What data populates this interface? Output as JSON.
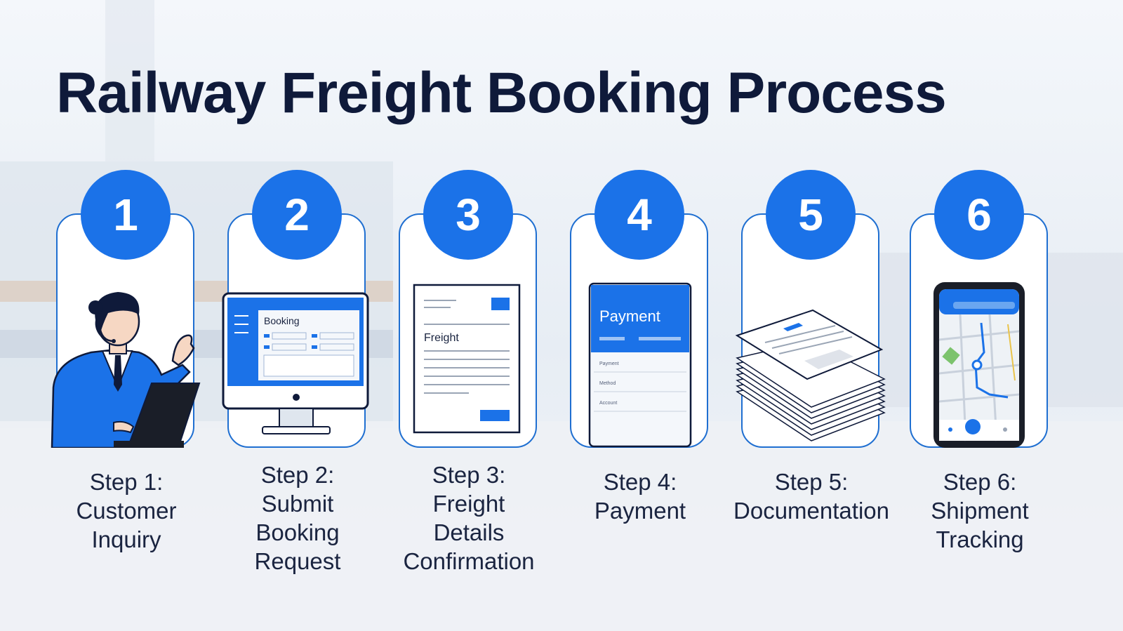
{
  "title": "Railway Freight Booking Process",
  "accent_color": "#1b72e8",
  "steps": [
    {
      "number": "1",
      "lines": [
        "Step 1:",
        "Customer",
        "Inquiry"
      ],
      "icon": "customer-service-agent-icon"
    },
    {
      "number": "2",
      "lines": [
        "Step 2:",
        "Submit",
        "Booking",
        "Request"
      ],
      "icon": "desktop-booking-form-icon",
      "screen_label": "Booking"
    },
    {
      "number": "3",
      "lines": [
        "Step 3:",
        "Freight",
        "Details",
        "Confirmation"
      ],
      "icon": "freight-document-icon",
      "doc_label": "Freight"
    },
    {
      "number": "4",
      "lines": [
        "Step 4:",
        "Payment"
      ],
      "icon": "mobile-payment-icon",
      "screen_label": "Payment",
      "fields": [
        "Payment",
        "Method",
        "Account"
      ]
    },
    {
      "number": "5",
      "lines": [
        "Step 5:",
        "Documentation"
      ],
      "icon": "document-stack-icon"
    },
    {
      "number": "6",
      "lines": [
        "Step 6:",
        "Shipment",
        "Tracking"
      ],
      "icon": "phone-map-tracking-icon"
    }
  ]
}
